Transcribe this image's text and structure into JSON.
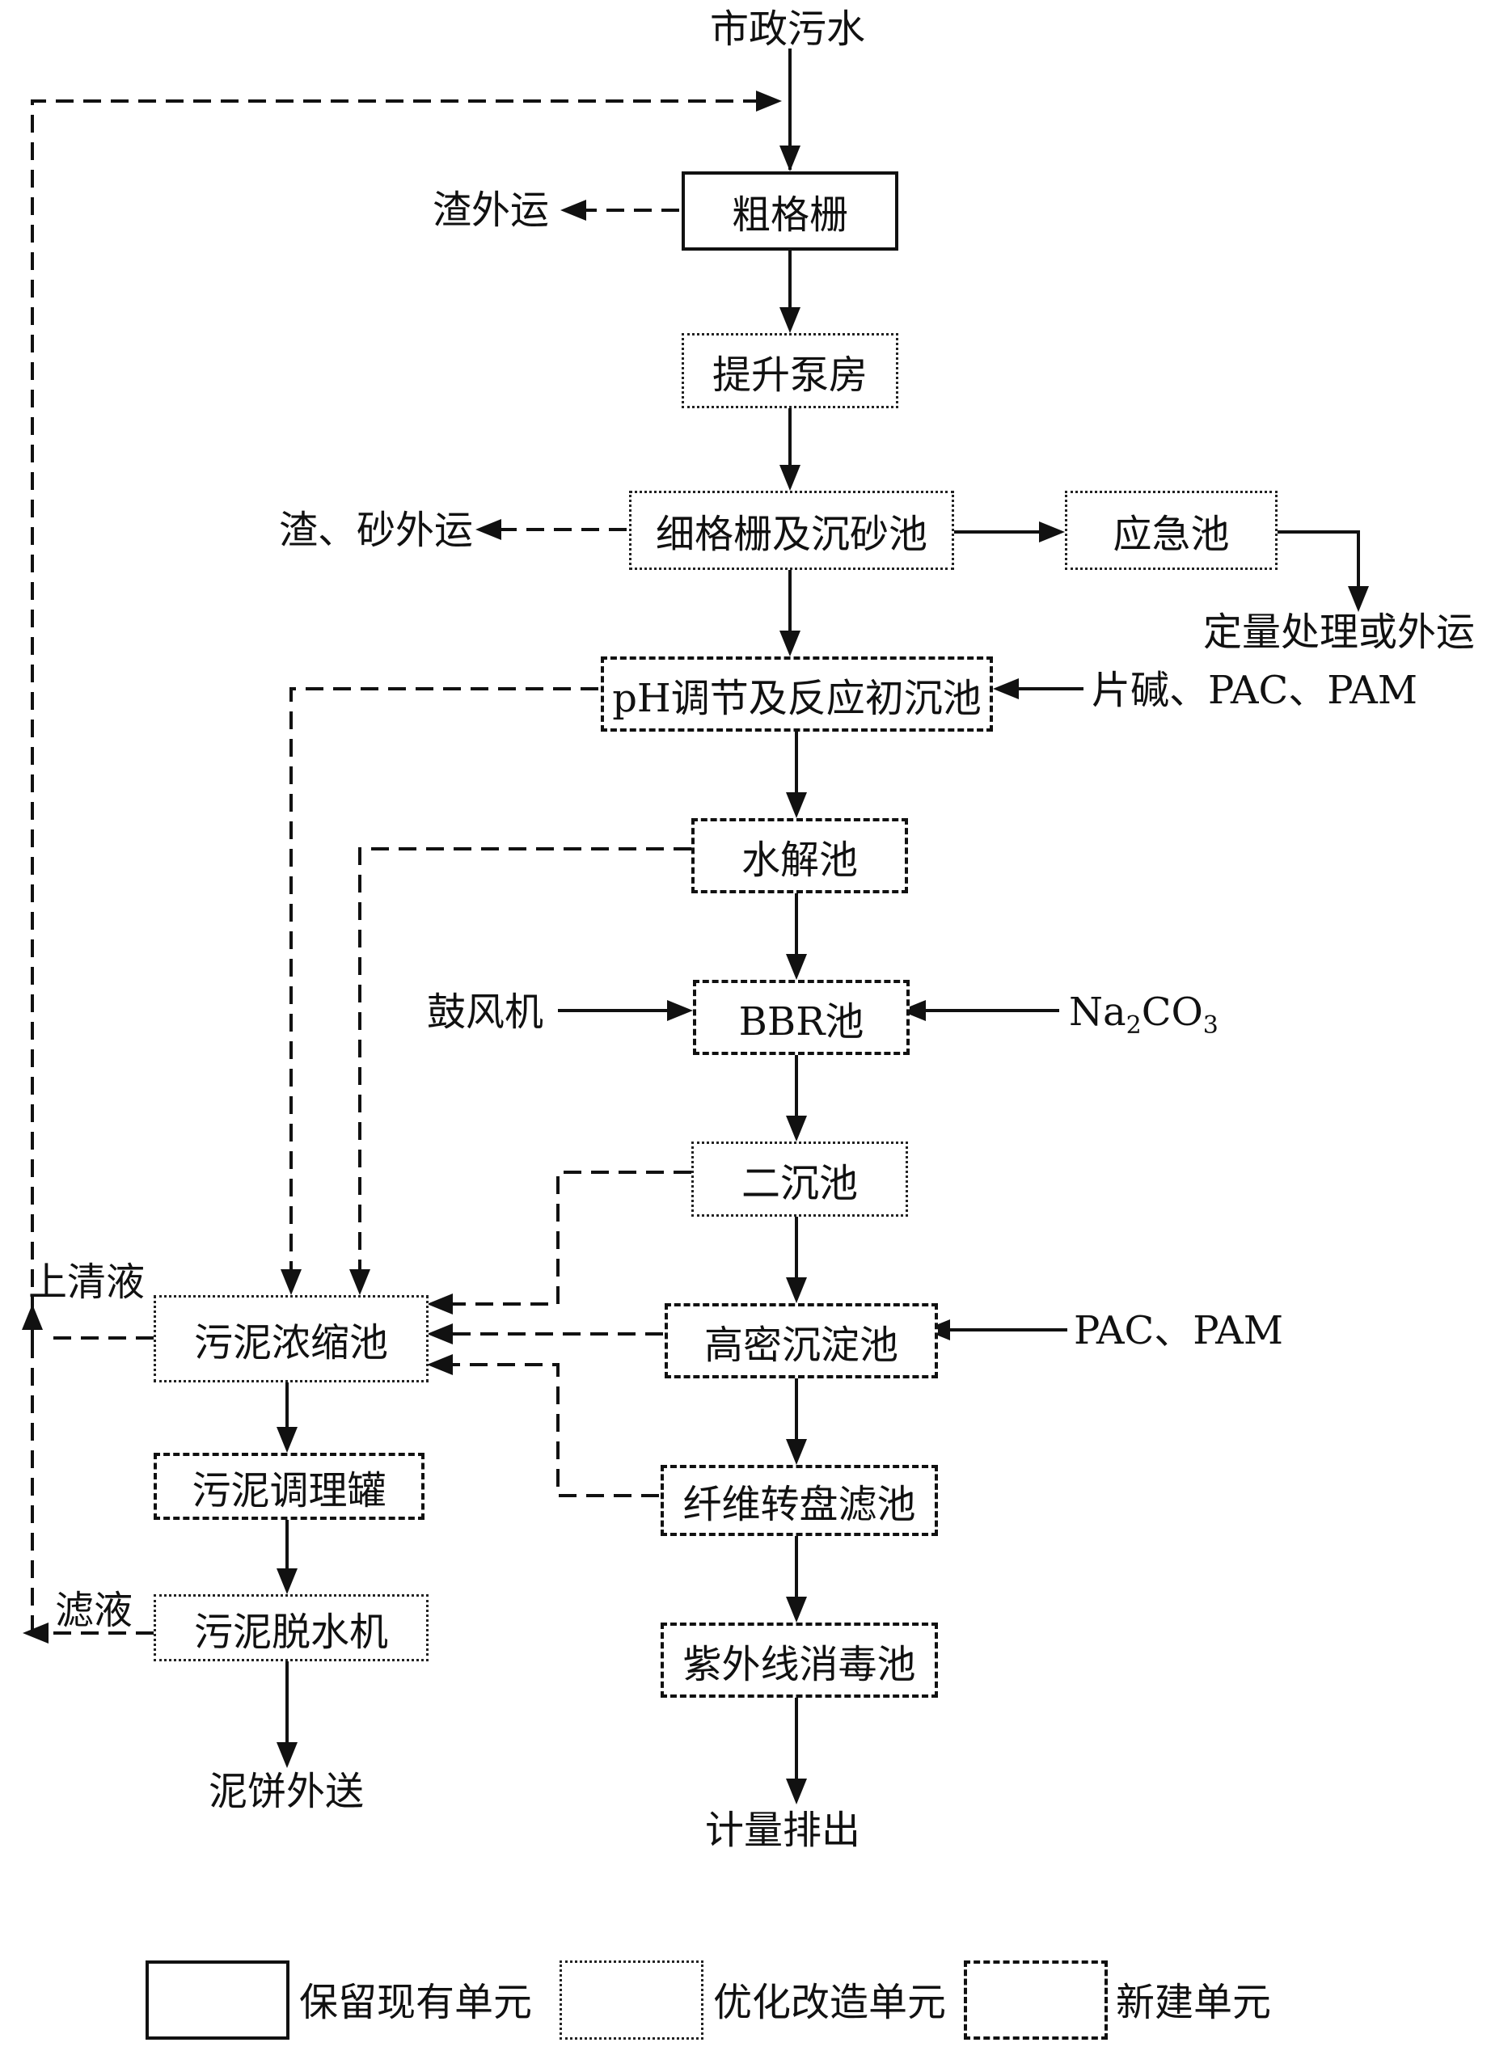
{
  "units": {
    "coarse_screen": "粗格栅",
    "lift_pump": "提升泵房",
    "fine_screen_grit": "细格栅及沉砂池",
    "emergency_pool": "应急池",
    "ph_primary": "pH调节及反应初沉池",
    "hydrolysis": "水解池",
    "bbr": "BBR池",
    "secondary_clarifier": "二沉池",
    "high_density": "高密沉淀池",
    "fiber_disc": "纤维转盘滤池",
    "uv_disinfection": "紫外线消毒池",
    "sludge_thickener": "污泥浓缩池",
    "sludge_conditioning": "污泥调理罐",
    "sludge_dewatering": "污泥脱水机"
  },
  "labels": {
    "influent": "市政污水",
    "screenings_out": "渣外运",
    "grit_out": "渣、砂外运",
    "quantitative": "定量处理或外运",
    "chem_ph": "片碱、PAC、PAM",
    "blower": "鼓风机",
    "na2co3_main": "Na",
    "na2co3_sub1": "2",
    "na2co3_mid": "CO",
    "na2co3_sub2": "3",
    "chem_hd": "PAC、PAM",
    "supernatant": "上清液",
    "filtrate": "滤液",
    "cake_out": "泥饼外送",
    "discharge": "计量排出"
  },
  "legend": {
    "keep": "保留现有单元",
    "optimize": "优化改造单元",
    "new": "新建单元"
  }
}
